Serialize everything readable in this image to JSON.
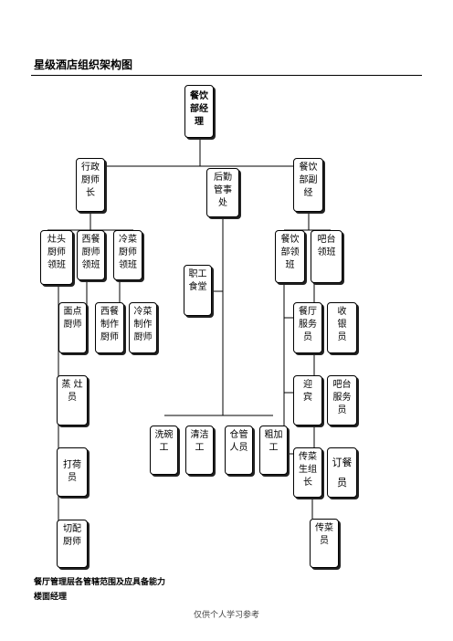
{
  "page": {
    "title": "星级酒店组织架构图",
    "note1": "餐厅管理层各管辖范围及应具备能力",
    "note2": "楼面经理",
    "footer": "仅供个人学习参考"
  },
  "nodes": {
    "head": [
      "餐饮",
      "部经",
      "理"
    ],
    "exec_chef": [
      "行政",
      "厨师",
      "长"
    ],
    "logistics": [
      "后勤",
      "管事",
      "处"
    ],
    "deputy": [
      "餐饮",
      "部副",
      "经"
    ],
    "stove": [
      "灶头",
      "厨师",
      "领班"
    ],
    "western": [
      "西餐",
      "厨师",
      "领班"
    ],
    "cold": [
      "冷菜",
      "厨师",
      "领班"
    ],
    "staff_canteen": [
      "职工",
      "食堂"
    ],
    "fb_captain": [
      "餐饮",
      "部领",
      "班"
    ],
    "bar_captain": [
      "吧台",
      "领班"
    ],
    "pastry": [
      "面点",
      "厨师"
    ],
    "western_chef": [
      "西餐",
      "制作",
      "厨师"
    ],
    "cold_chef": [
      "冷菜",
      "制作",
      "厨师"
    ],
    "steamer": [
      "蒸 灶",
      "员"
    ],
    "helper": [
      "打荷",
      "员"
    ],
    "cutter": [
      "切配",
      "厨师"
    ],
    "waiter": [
      "餐厅",
      "服务",
      "员"
    ],
    "cashier": [
      "收",
      "银",
      "员"
    ],
    "greeter": [
      "迎",
      "宾"
    ],
    "bartender": [
      "吧台",
      "服务",
      "员"
    ],
    "dish": [
      "洗碗",
      "工"
    ],
    "cleaner": [
      "清洁",
      "工"
    ],
    "store": [
      "仓管",
      "人员"
    ],
    "rough": [
      "粗加",
      "工"
    ],
    "runner_lead": [
      "传菜",
      "生组",
      "长"
    ],
    "booking": [
      "订餐",
      "员"
    ],
    "runner": [
      "传菜",
      "员"
    ]
  }
}
